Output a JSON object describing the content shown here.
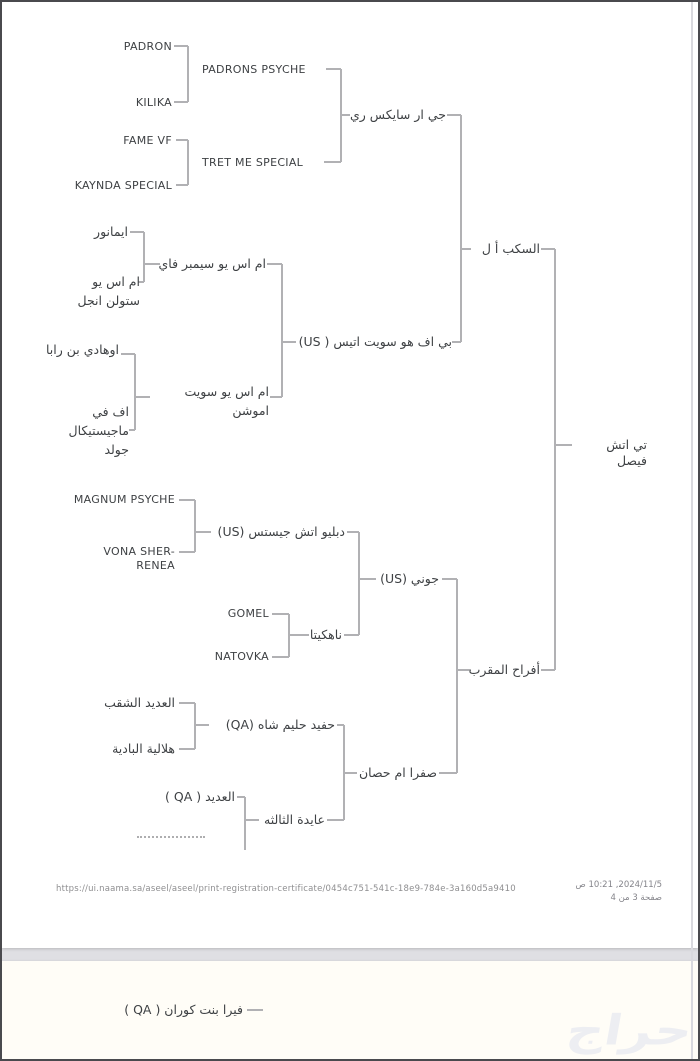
{
  "pedigree": {
    "name": "تي اتش فيصل",
    "sire": {
      "name": "السكب أ ل",
      "sire": {
        "name": "جي ار سايكس ري",
        "sire": {
          "name": "PADRONS PSYCHE",
          "sire": {
            "name": "PADRON"
          },
          "dam": {
            "name": "KILIKA"
          }
        },
        "dam": {
          "name": "TRET ME SPECIAL",
          "sire": {
            "name": "FAME VF"
          },
          "dam": {
            "name": "KAYNDA SPECIAL"
          }
        }
      },
      "dam": {
        "name": "بي اف هو سويت اتيس ( US)",
        "sire": {
          "name": "ام اس يو سيمبر فاي",
          "sire": {
            "name": "ايمانور"
          },
          "dam": {
            "name": "ام اس يو ستولن انجل"
          }
        },
        "dam": {
          "name": "ام اس يو سويت اموشن",
          "sire": {
            "name": "اوهادي بن رابا"
          },
          "dam": {
            "name": "اف في ماجيستيكال جولد"
          }
        }
      }
    },
    "dam": {
      "name": "أفراح المقرب",
      "sire": {
        "name": "جوني (US)",
        "sire": {
          "name": "دبليو اتش جيستس (US)",
          "sire": {
            "name": "MAGNUM PSYCHE"
          },
          "dam": {
            "name": "VONA SHER-RENEA"
          }
        },
        "dam": {
          "name": "ناهكيتا",
          "sire": {
            "name": "GOMEL"
          },
          "dam": {
            "name": "NATOVKA"
          }
        }
      },
      "dam": {
        "name": "صفرا ام حصان",
        "sire": {
          "name": "حفيد حليم شاه (QA)",
          "sire": {
            "name": "العديد الشقب"
          },
          "dam": {
            "name": "هلالية البادية"
          }
        },
        "dam": {
          "name": "عايدة الثالثه",
          "sire": {
            "name": "العديد ( QA )"
          },
          "dam": {
            "name": "",
            "truncated": true
          }
        }
      }
    }
  },
  "footer": {
    "url": "https://ui.naama.sa/aseel/aseel/print-registration-certificate/0454c751-541c-18e9-784e-3a160d5a9410",
    "datetime": "2024/11/5, 10:21 ص",
    "page_info": "صفحة 3 من 4"
  },
  "next_page": {
    "first_name": "فيرا بنت كوران ( QA )"
  },
  "watermark": "حراج"
}
